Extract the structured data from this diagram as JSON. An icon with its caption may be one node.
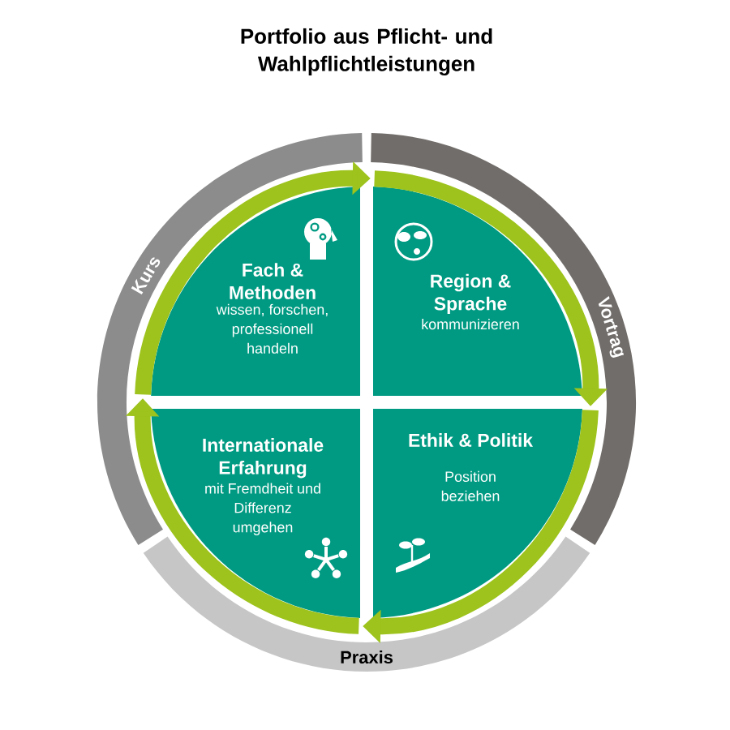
{
  "diagram": {
    "title": "Portfolio aus Pflicht- und Wahlpflichtleistungen",
    "nodes": [
      {
        "text": [
          "Kurs"
        ]
      },
      {
        "text": [
          "Vortrag"
        ]
      },
      {
        "text": [
          "Fach & Methoden",
          "wissen, forschen, professionell handeln"
        ]
      },
      {
        "text": [
          "Region & Sprache",
          "kommunizieren"
        ]
      },
      {
        "text": [
          "Internationale Erfahrung",
          "mit Fremdheit und Differenz umgehen"
        ]
      },
      {
        "text": [
          "Ethik & Politik",
          "Position beziehen"
        ]
      },
      {
        "text": [
          "Praxis"
        ]
      }
    ],
    "edges": [
      {
        "from": 2,
        "to": 3,
        "arrow": "to"
      },
      {
        "from": 3,
        "to": 5,
        "arrow": "to"
      },
      {
        "from": 5,
        "to": 4,
        "arrow": "to"
      },
      {
        "from": 4,
        "to": 2,
        "arrow": "to"
      }
    ]
  }
}
